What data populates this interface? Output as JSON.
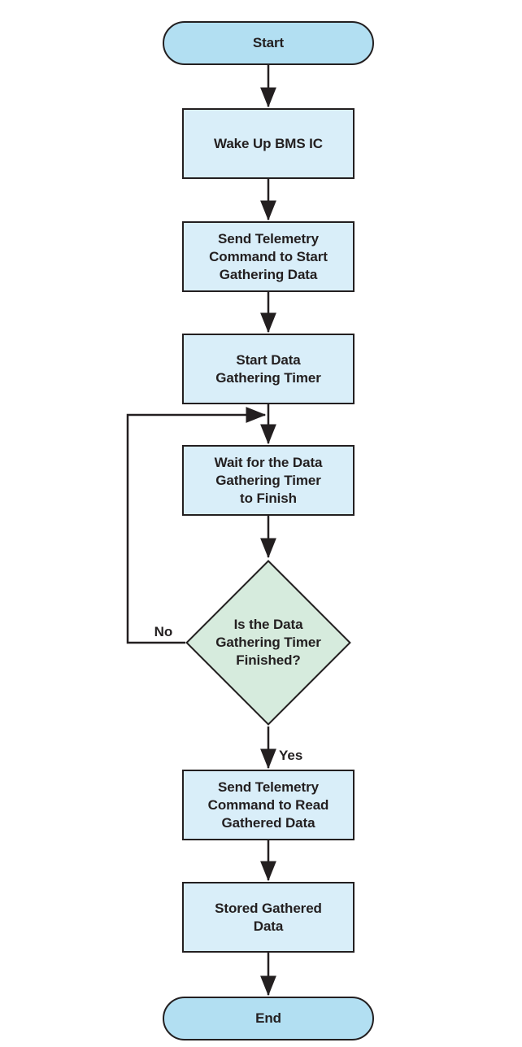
{
  "palette": {
    "terminator_fill": "#b2dff2",
    "process_fill": "#d9eef9",
    "decision_fill": "#d6ebdd",
    "stroke": "#231f20",
    "text": "#231f20"
  },
  "flowchart": {
    "nodes": [
      {
        "id": "start",
        "type": "terminator",
        "label": "Start"
      },
      {
        "id": "wake",
        "type": "process",
        "label": "Wake Up BMS IC"
      },
      {
        "id": "send-start",
        "type": "process",
        "label": "Send Telemetry\nCommand to Start\nGathering Data"
      },
      {
        "id": "start-timer",
        "type": "process",
        "label": "Start Data\nGathering Timer"
      },
      {
        "id": "wait",
        "type": "process",
        "label": "Wait for the Data\nGathering Timer\nto Finish"
      },
      {
        "id": "decision",
        "type": "decision",
        "label": "Is the Data\nGathering Timer\nFinished?"
      },
      {
        "id": "send-read",
        "type": "process",
        "label": "Send Telemetry\nCommand to Read\nGathered Data"
      },
      {
        "id": "store",
        "type": "process",
        "label": "Stored Gathered\nData"
      },
      {
        "id": "end",
        "type": "terminator",
        "label": "End"
      }
    ],
    "edge_labels": {
      "no": "No",
      "yes": "Yes"
    }
  }
}
